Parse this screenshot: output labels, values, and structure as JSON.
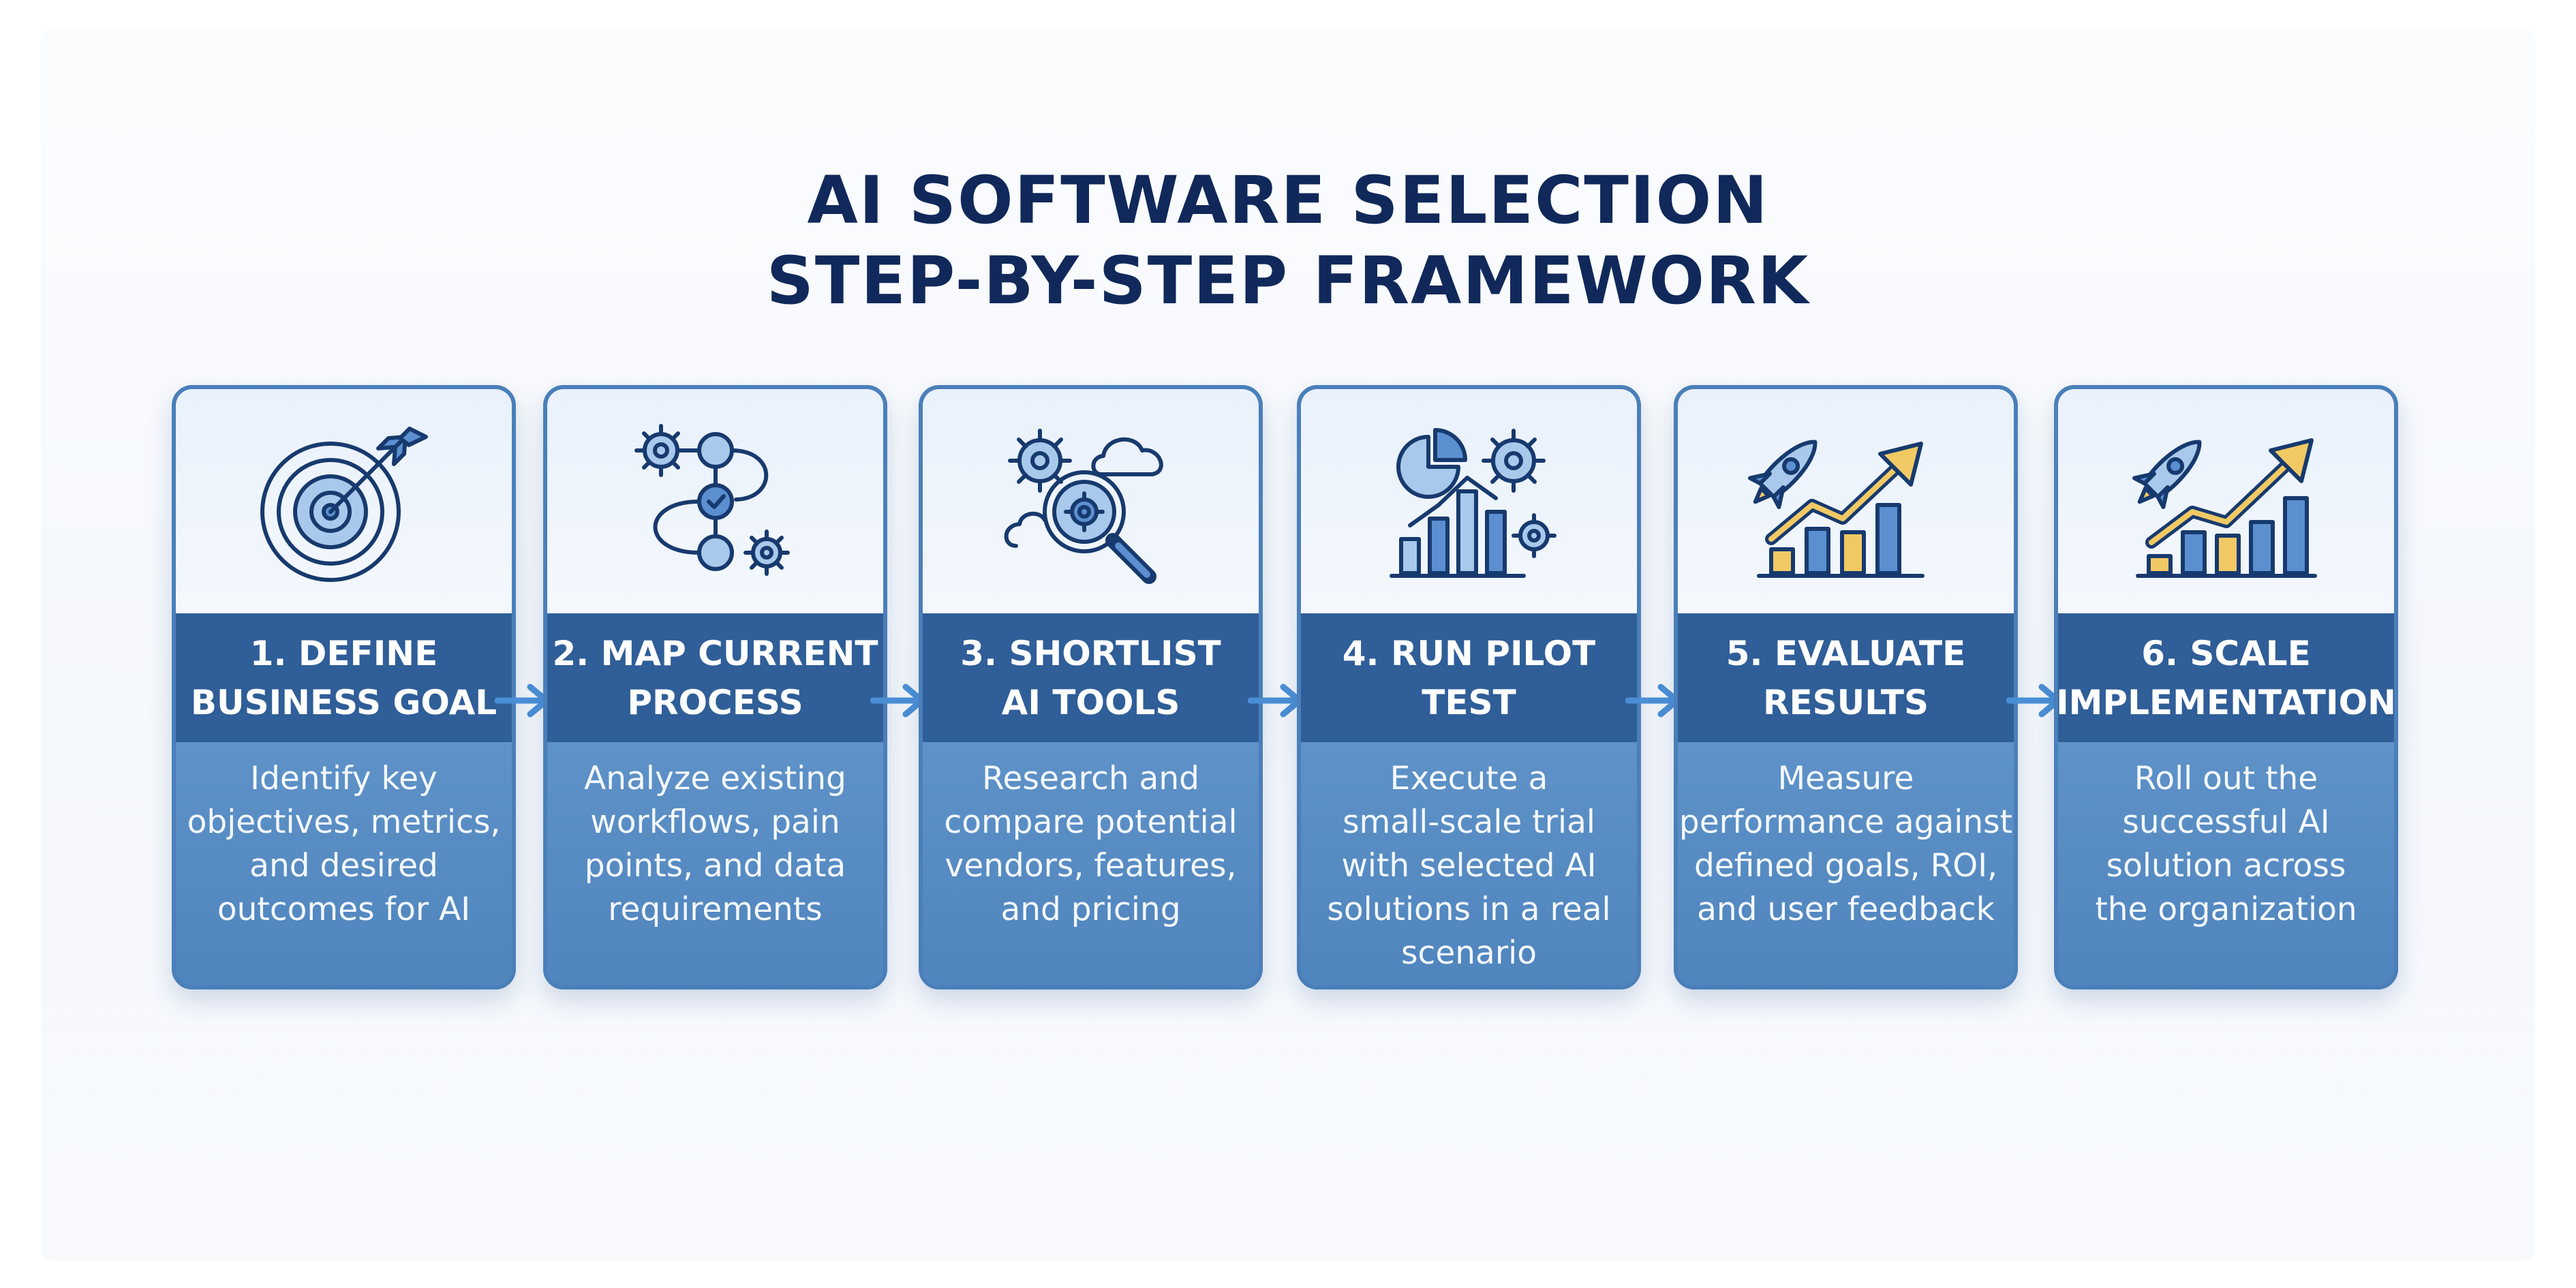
{
  "title": {
    "line1": "AI SOFTWARE SELECTION",
    "line2": "STEP-BY-STEP FRAMEWORK"
  },
  "steps": [
    {
      "icon": "target-arrow-icon",
      "heading": [
        "1. DEFINE",
        "BUSINESS GOAL"
      ],
      "description": [
        "Identify key",
        "objectives, metrics,",
        "and desired",
        "outcomes for AI"
      ]
    },
    {
      "icon": "process-flow-icon",
      "heading": [
        "2. MAP CURRENT",
        "PROCESS"
      ],
      "description": [
        "Analyze existing",
        "workflows, pain",
        "points, and data",
        "requirements"
      ]
    },
    {
      "icon": "search-cloud-gear-icon",
      "heading": [
        "3. SHORTLIST",
        "AI TOOLS"
      ],
      "description": [
        "Research and",
        "compare potential",
        "vendors, features,",
        "and pricing"
      ]
    },
    {
      "icon": "chart-gears-icon",
      "heading": [
        "4. RUN PILOT",
        "TEST"
      ],
      "description": [
        "Execute a",
        "small-scale trial",
        "with selected AI",
        "solutions in a real",
        "scenario"
      ]
    },
    {
      "icon": "rocket-growth-icon",
      "heading": [
        "5. EVALUATE",
        "RESULTS"
      ],
      "description": [
        "Measure",
        "performance against",
        "defined goals, ROI,",
        "and user feedback"
      ]
    },
    {
      "icon": "rocket-scale-icon",
      "heading": [
        "6. SCALE",
        "IMPLEMENTATION"
      ],
      "description": [
        "Roll out the",
        "successful AI",
        "solution across",
        "the organization"
      ]
    }
  ],
  "colors": {
    "title": "#10295a",
    "heading_band": "#2f5e98",
    "description_band": "#5a8ec5",
    "icon_background": "#eef4fc",
    "arrow": "#4a8fd6"
  }
}
